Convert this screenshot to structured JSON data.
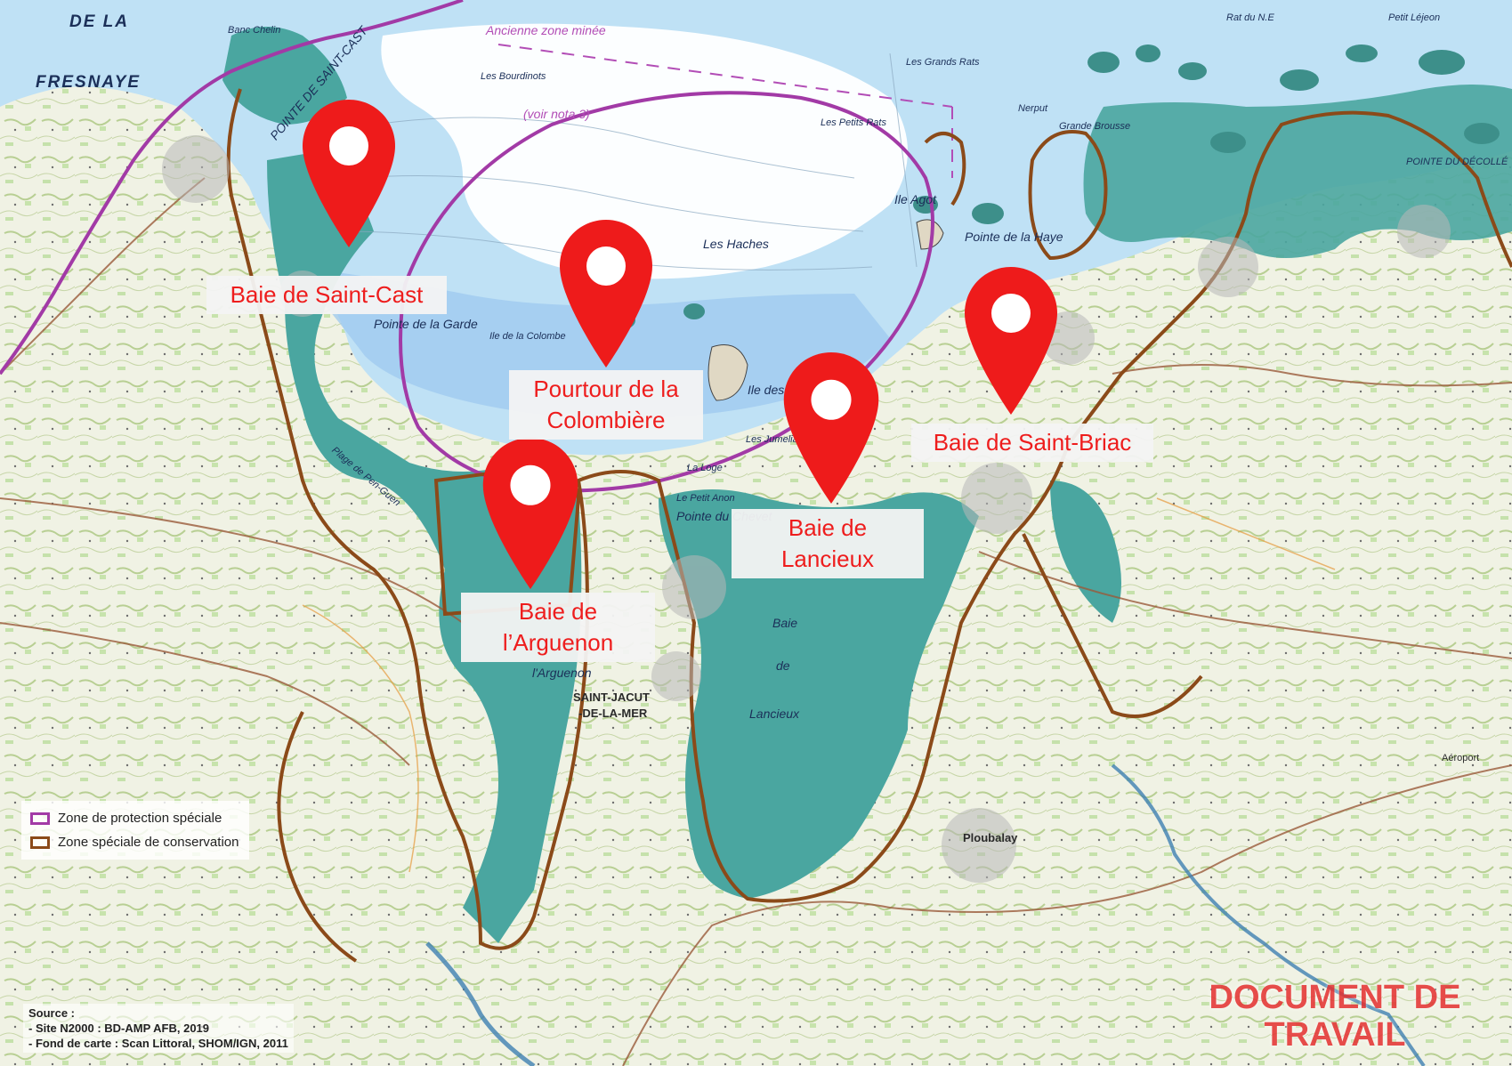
{
  "sites": [
    {
      "name": "Baie de Saint-Cast",
      "pin": "pin-saint-cast"
    },
    {
      "name": "Pourtour de la Colombière",
      "pin": "pin-colombiere"
    },
    {
      "name": "Baie de Saint-Briac",
      "pin": "pin-saint-briac"
    },
    {
      "name": "Baie de Lancieux",
      "pin": "pin-lancieux"
    },
    {
      "name": "Baie de l’Arguenon",
      "pin": "pin-arguenon"
    }
  ],
  "legend": [
    {
      "label": "Zone de protection spéciale",
      "color": "#a23aa6"
    },
    {
      "label": "Zone spéciale de conservation",
      "color": "#8b4a19"
    }
  ],
  "source": {
    "title": "Source :",
    "lines": [
      "- Site N2000 : BD-AMP AFB, 2019",
      "- Fond de carte : Scan Littoral, SHOM/IGN, 2011"
    ]
  },
  "watermark": [
    "DOCUMENT DE",
    "TRAVAIL"
  ],
  "chart_labels": {
    "ancienne_zone": "Ancienne zone minée",
    "voir_nota": "(voir nota 3)",
    "fresnaye": "FRESNAYE",
    "de_la": "DE LA",
    "point_saint_cast": "POINTE DE SAINT-CAST",
    "banc_chelin": "Banc Chelin",
    "bourdinots": "Les Bourdinots",
    "grands_rats": "Les Grands Rats",
    "petits_rats": "Les Petits Rats",
    "haches": "Les Haches",
    "ile_agot": "Ile Agot",
    "pointe_haye": "Pointe de la Haye",
    "pointe_garde": "Pointe de la Garde",
    "ile_colombe": "Ile de la Colombe",
    "ile_hebihens": "Ile des Hébihens",
    "pointe_decolle": "POINTE DU DÉCOLLÉ",
    "nerput": "Nerput",
    "grande_brousse": "Grande Brousse",
    "saint_jacut": "SAINT-JACUT",
    "de_la_mer": "-DE-LA-MER",
    "baie": "Baie",
    "de_s": "de",
    "lancieux": "Lancieux",
    "arguenon": "l'Arguenon",
    "ploubalay": "Ploubalay",
    "plage_pen_guen": "Plage de Pen-Guen",
    "pointe_chevet": "Pointe du Chevet",
    "petit_anon": "Le Petit Anon",
    "la_loge": "La Loge",
    "jumeliaux": "Les Jumeliaux",
    "rat_ne": "Rat du N.E",
    "petit_lejeon": "Petit Léjeon",
    "aeroport": "Aéroport"
  }
}
